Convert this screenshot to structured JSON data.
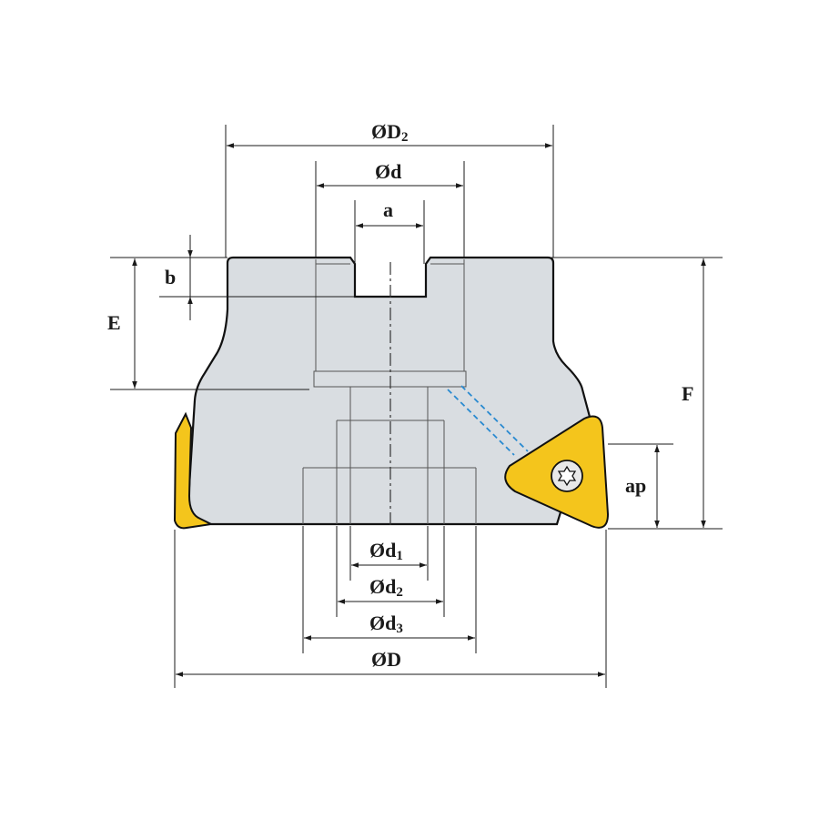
{
  "labels": {
    "D2": "ØD",
    "D2_sub": "2",
    "d": "Ød",
    "a": "a",
    "b": "b",
    "E": "E",
    "F": "F",
    "ap": "ap",
    "d1": "Ød",
    "d1_sub": "1",
    "d2": "Ød",
    "d2_sub": "2",
    "d3": "Ød",
    "d3_sub": "3",
    "D": "ØD"
  },
  "colors": {
    "body_fill": "#d9dde1",
    "insert_fill": "#f4c51c",
    "insert_shadow": "#d9a80e",
    "coolant": "#2a8ad0",
    "line": "#111111"
  }
}
